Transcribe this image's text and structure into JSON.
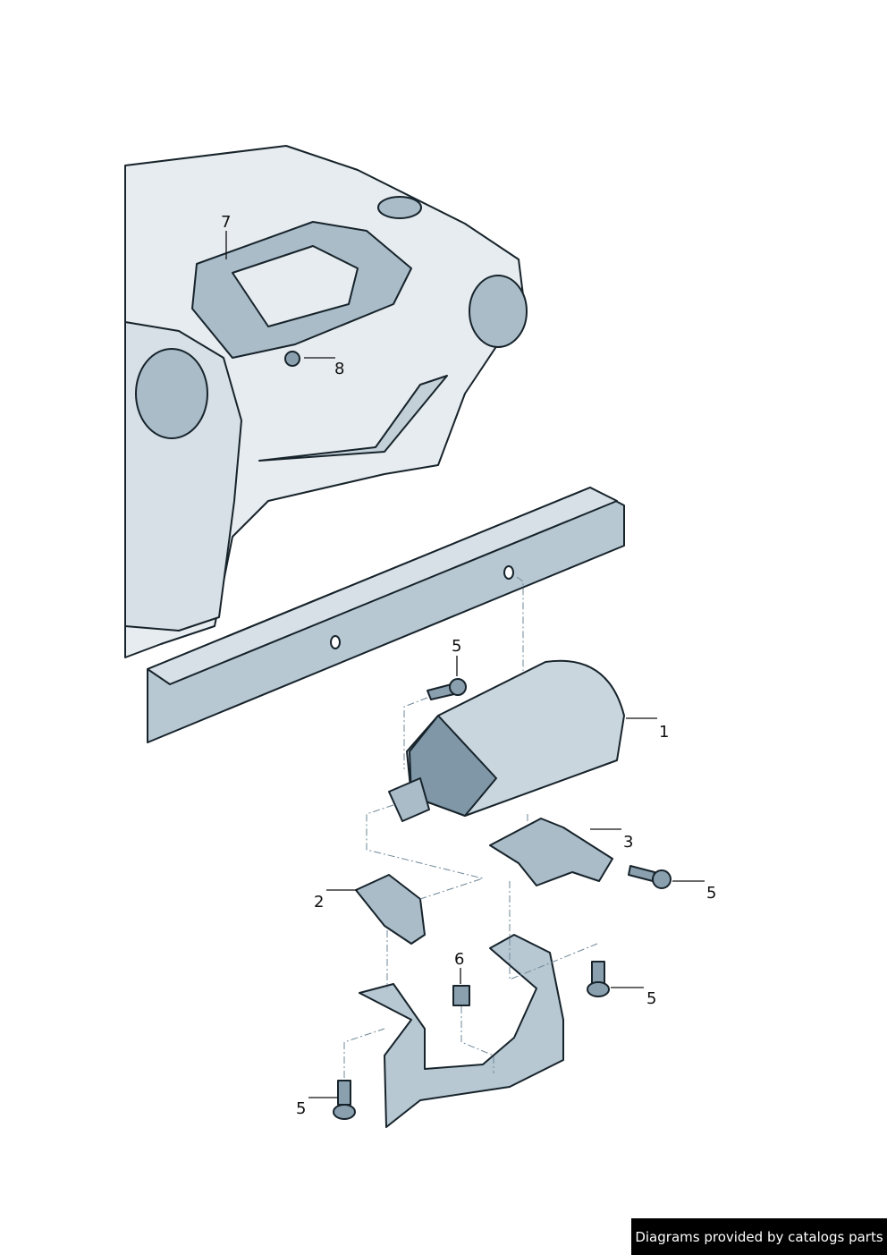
{
  "diagram": {
    "callouts": [
      {
        "id": "7",
        "part": "frame"
      },
      {
        "id": "8",
        "part": "nut"
      },
      {
        "id": "5",
        "part": "bolt-upper"
      },
      {
        "id": "1",
        "part": "airbag-module"
      },
      {
        "id": "3",
        "part": "bracket-right"
      },
      {
        "id": "5",
        "part": "bolt-right"
      },
      {
        "id": "2",
        "part": "bracket-left"
      },
      {
        "id": "6",
        "part": "clip-nut"
      },
      {
        "id": "5",
        "part": "bolt-lower-right"
      },
      {
        "id": "5",
        "part": "bolt-lower-left"
      }
    ],
    "colors": {
      "fill_light": "#d6e0e6",
      "fill_mid": "#a9bcc8",
      "fill_dark": "#6f8797",
      "outline": "#17232b"
    }
  },
  "footer": {
    "text": "Diagrams provided by catalogs parts"
  }
}
